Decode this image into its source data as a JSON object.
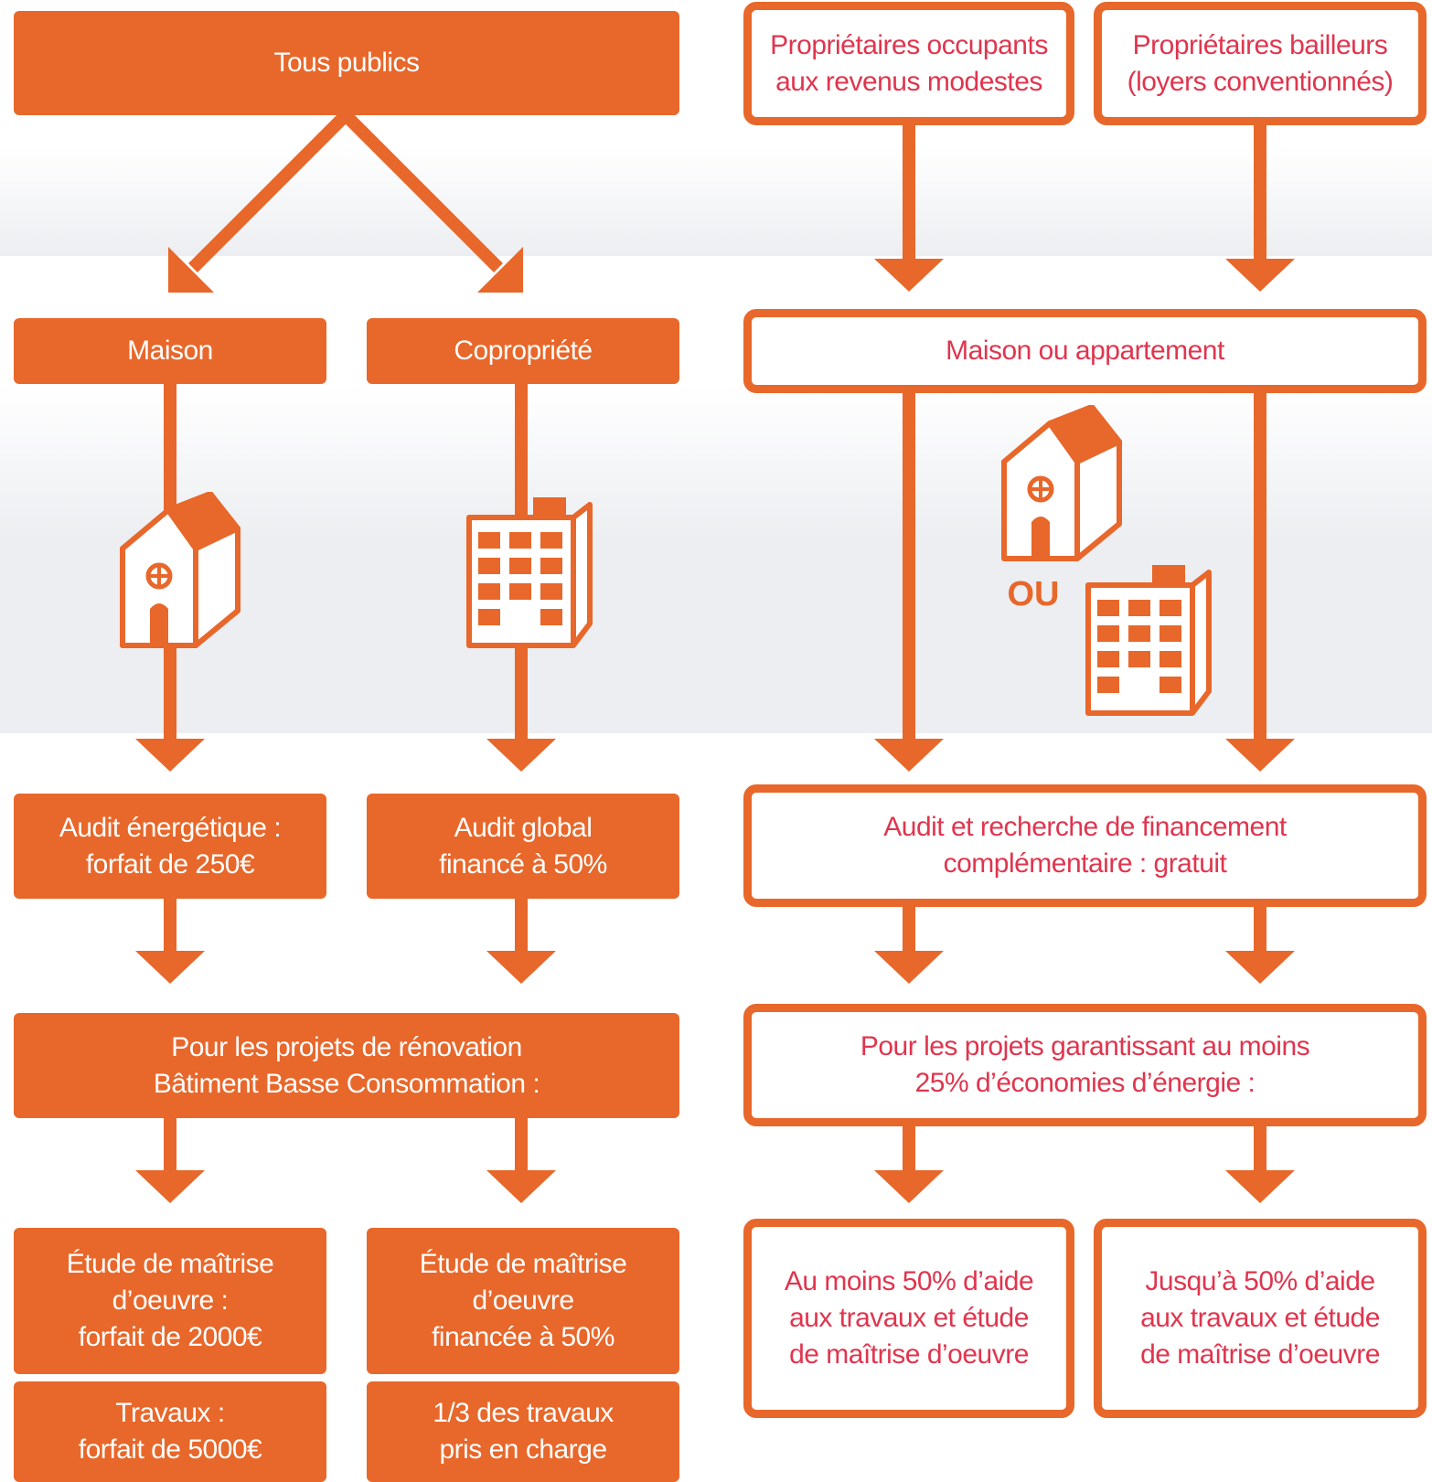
{
  "left": {
    "tous_publics": "Tous publics",
    "maison": "Maison",
    "copropriete": "Copropriété",
    "audit_maison": "Audit énergétique :\nforfait de 250€",
    "audit_copro": "Audit global\nfinancé à 50%",
    "projets_bbc": "Pour les projets de rénovation\nBâtiment Basse Consommation :",
    "etude_maison": "Étude de maîtrise\nd’oeuvre :\nforfait de 2000€",
    "etude_copro": "Étude de maîtrise\nd’oeuvre\nfinancée à 50%",
    "travaux_maison": "Travaux :\nforfait de 5000€",
    "travaux_copro": "1/3 des travaux\npris en charge"
  },
  "right": {
    "occupants": "Propriétaires occupants\naux revenus modestes",
    "bailleurs": "Propriétaires bailleurs\n(loyers conventionnés)",
    "maison_ou_appartement": "Maison ou appartement",
    "ou_label": "OU",
    "audit_gratuit": "Audit et recherche de financement\ncomplémentaire : gratuit",
    "projets_25": "Pour les projets garantissant au moins\n25% d’économies d’énergie :",
    "aide_occupants": "Au moins 50% d’aide\naux travaux et étude\nde maîtrise d’oeuvre",
    "aide_bailleurs": "Jusqu’à 50% d’aide\naux travaux et étude\nde maîtrise d’oeuvre"
  },
  "colors": {
    "accent_orange": "#e8672a",
    "text_red": "#e0354e",
    "band_grey": "#eceef1"
  },
  "icons": [
    "house-icon",
    "apartment-building-icon",
    "house-icon",
    "apartment-building-icon"
  ]
}
